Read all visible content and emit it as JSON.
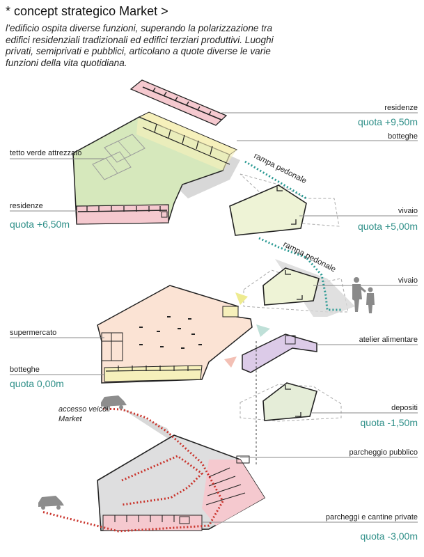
{
  "header": {
    "title": "* concept strategico Market >",
    "intro": "l’edificio ospita diverse funzioni, superando la polarizzazione tra edifici residenziali tradizionali ed edifici terziari produttivi. Luoghi privati, semiprivati e pubblici, articolano a quote diverse le varie funzioni della vita quotidiana."
  },
  "labels": {
    "residenze_top": "residenze",
    "quota_950": "quota +9,50m",
    "botteghe_top": "botteghe",
    "tetto_verde": "tetto verde attrezzato",
    "rampa_1": "rampa pedonale",
    "residenze_left": "residenze",
    "quota_650": "quota +6,50m",
    "vivaio_1": "vivaio",
    "quota_500": "quota +5,00m",
    "rampa_2": "rampa pedonale",
    "vivaio_2": "vivaio",
    "supermercato": "supermercato",
    "atelier": "atelier alimentare",
    "botteghe_bottom": "botteghe",
    "quota_000": "quota 0,00m",
    "accesso_1": "accesso veicoli",
    "accesso_2": "Market",
    "depositi": "depositi",
    "quota_150": "quota -1,50m",
    "parcheggio": "parcheggio pubblico",
    "cantine": "parcheggi e cantine private",
    "quota_300": "quota -3,00m"
  },
  "colors": {
    "residential": "#f5c9cf",
    "shops": "#f6f0bb",
    "green_roof": "#d6e8bc",
    "nursery": "#eef3d6",
    "supermarket": "#fbe3d4",
    "atelier": "#dccbe8",
    "parking": "#dededf",
    "ramp_teal": "#2a9a93",
    "vehicle_red": "#c9322a",
    "quota_teal": "#2e8f88"
  }
}
